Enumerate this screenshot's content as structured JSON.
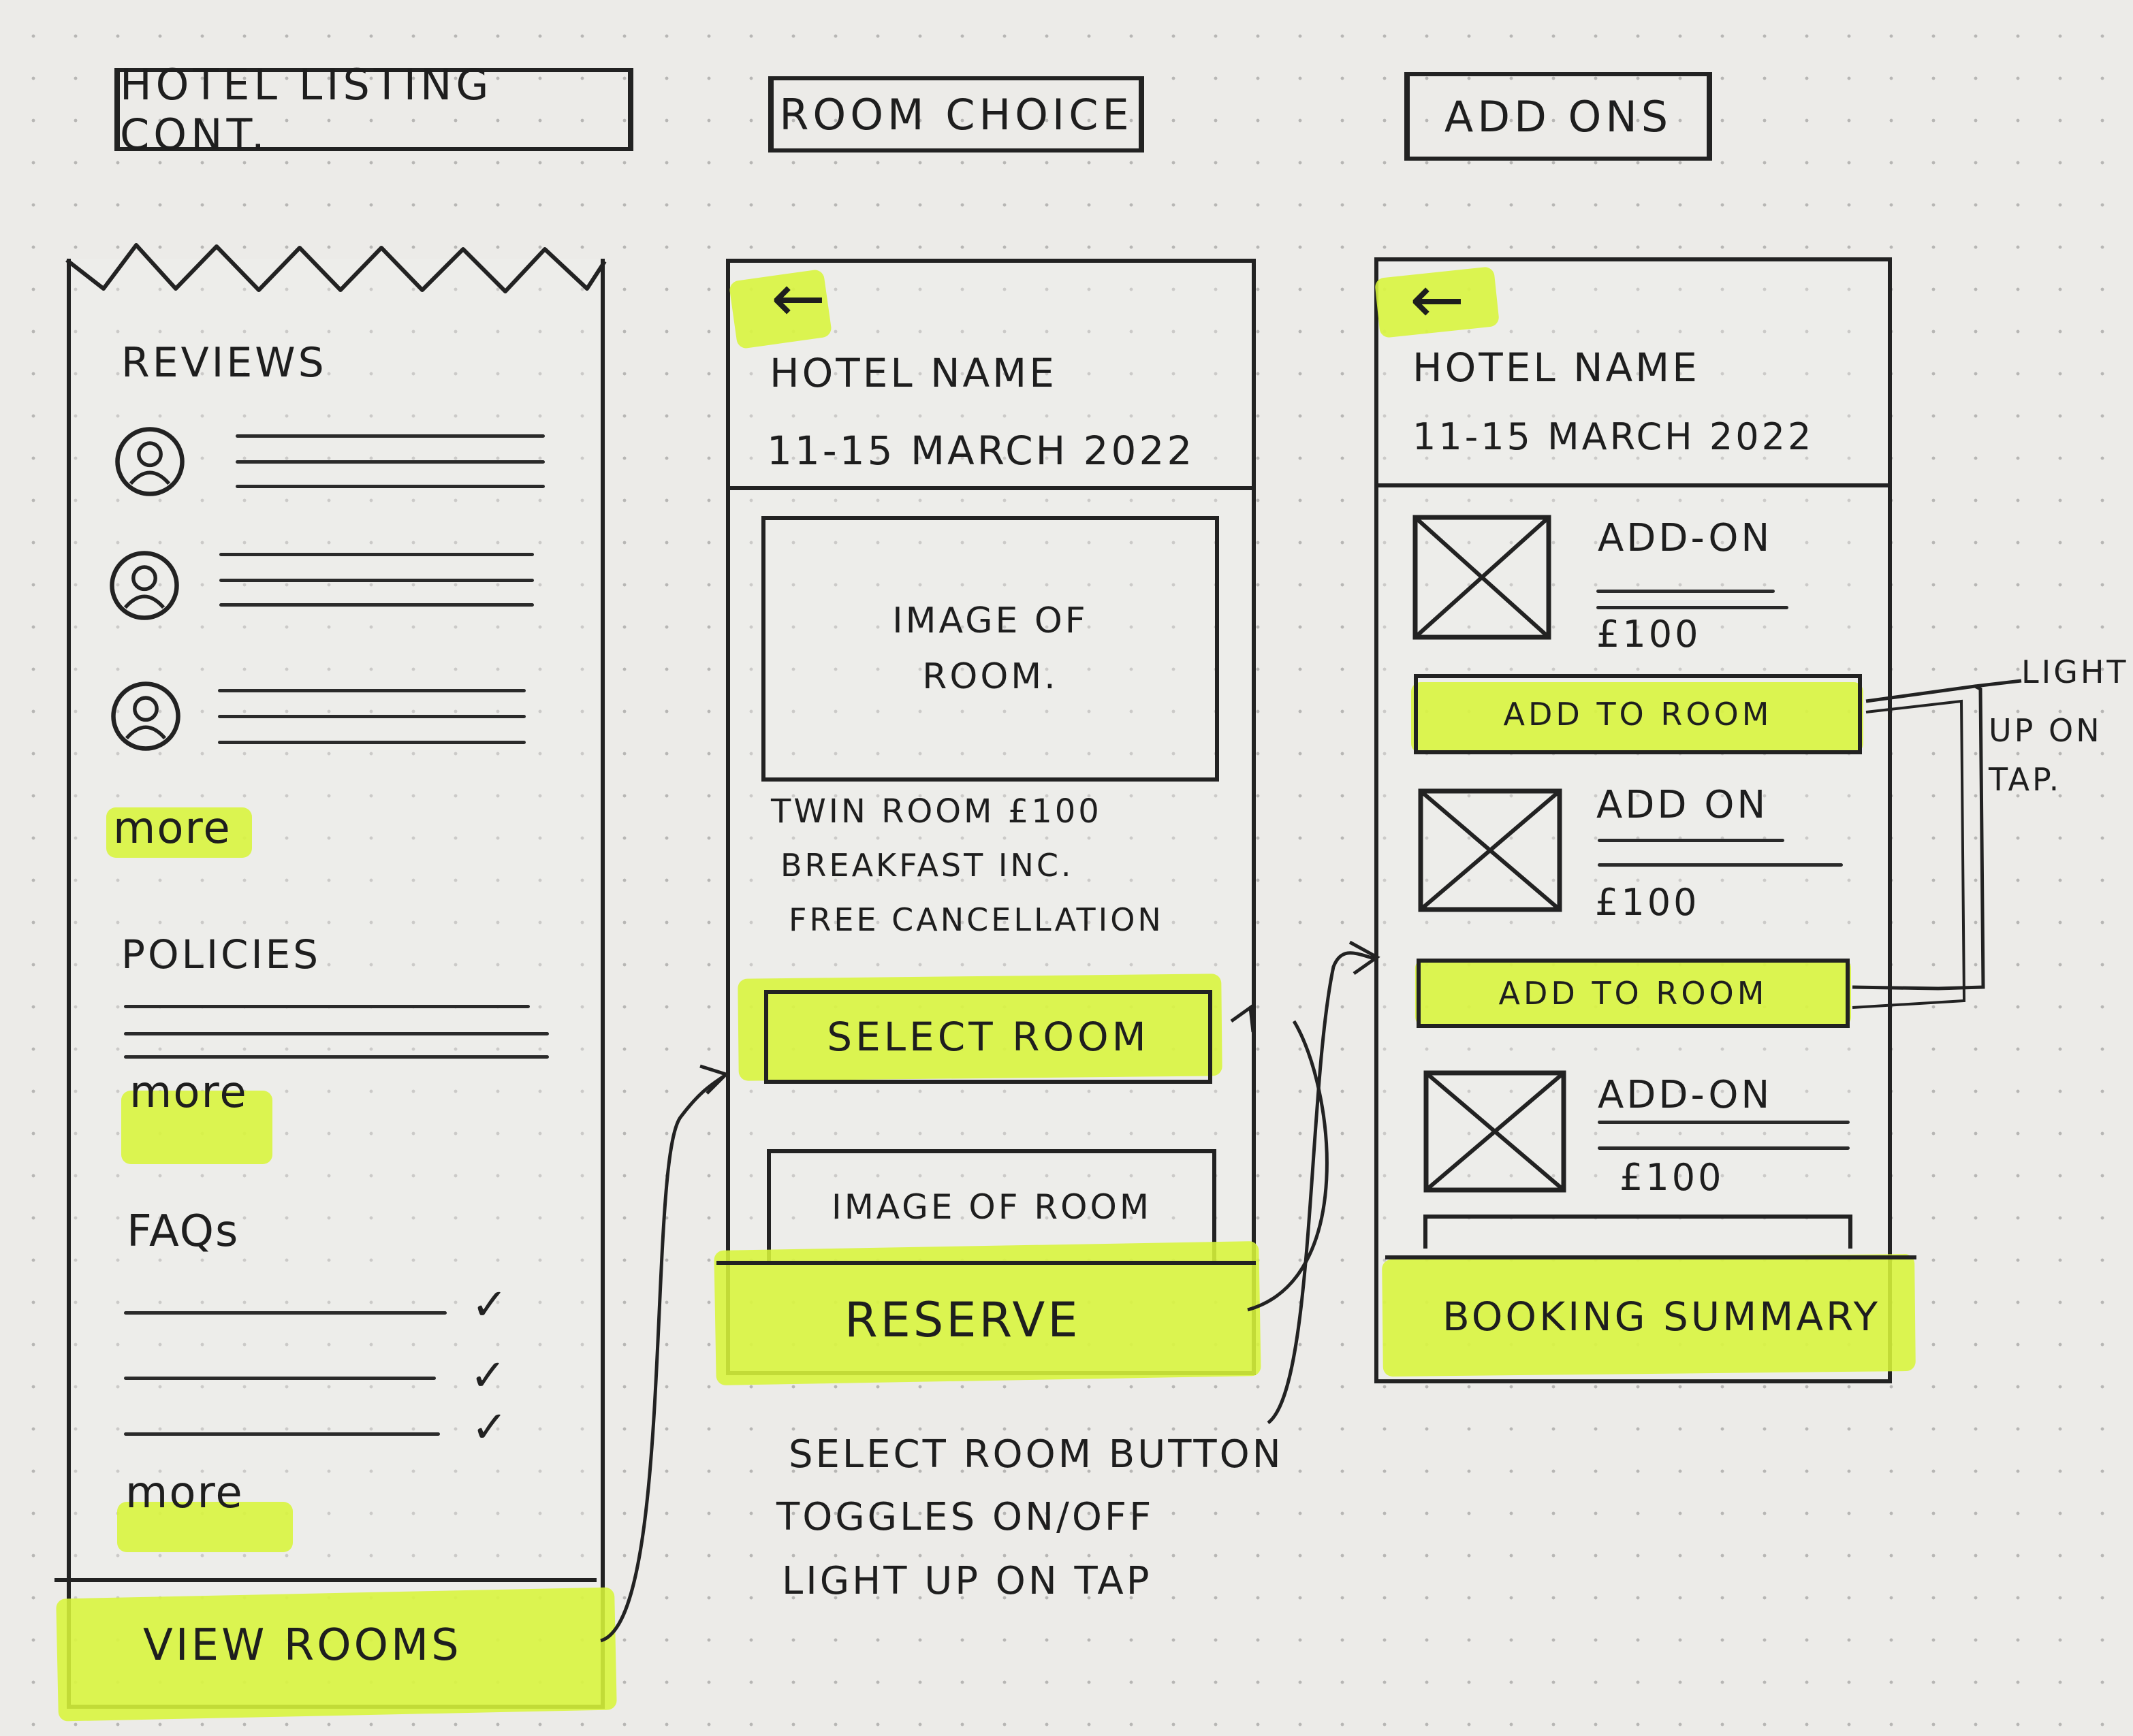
{
  "frames": {
    "listing": {
      "title": "HOTEL LISTING CONT."
    },
    "room_choice": {
      "title": "ROOM CHOICE"
    },
    "add_ons": {
      "title": "ADD ONS"
    }
  },
  "listing": {
    "reviews_heading": "REVIEWS",
    "reviews_more": "more",
    "policies_heading": "POLICIES",
    "policies_more": "more",
    "faqs_heading": "FAQs",
    "faqs_more": "more",
    "cta": "VIEW ROOMS"
  },
  "room_choice": {
    "hotel_name": "HOTEL NAME",
    "dates": "11-15 MARCH 2022",
    "image1_label": "IMAGE OF ROOM.",
    "room_line1": "TWIN ROOM £100",
    "room_line2": "BREAKFAST INC.",
    "room_line3": "FREE CANCELLATION",
    "select_button": "SELECT ROOM",
    "image2_label": "IMAGE OF ROOM",
    "cta": "RESERVE"
  },
  "add_ons": {
    "hotel_name": "HOTEL NAME",
    "dates": "11-15 MARCH 2022",
    "items": [
      {
        "title": "ADD-ON",
        "price": "£100",
        "button": "ADD TO ROOM"
      },
      {
        "title": "ADD ON",
        "price": "£100",
        "button": "ADD TO ROOM"
      },
      {
        "title": "ADD-ON",
        "price": "£100"
      }
    ],
    "cta": "BOOKING SUMMARY"
  },
  "notes": {
    "light_up": [
      "LIGHT",
      "UP ON",
      "TAP."
    ],
    "select_toggle": [
      "SELECT ROOM BUTTON",
      "TOGGLES ON/OFF",
      "LIGHT UP ON TAP"
    ]
  },
  "colors": {
    "ink": "#222222",
    "highlighter": "#d8f53a",
    "paper": "#ecebe8"
  }
}
